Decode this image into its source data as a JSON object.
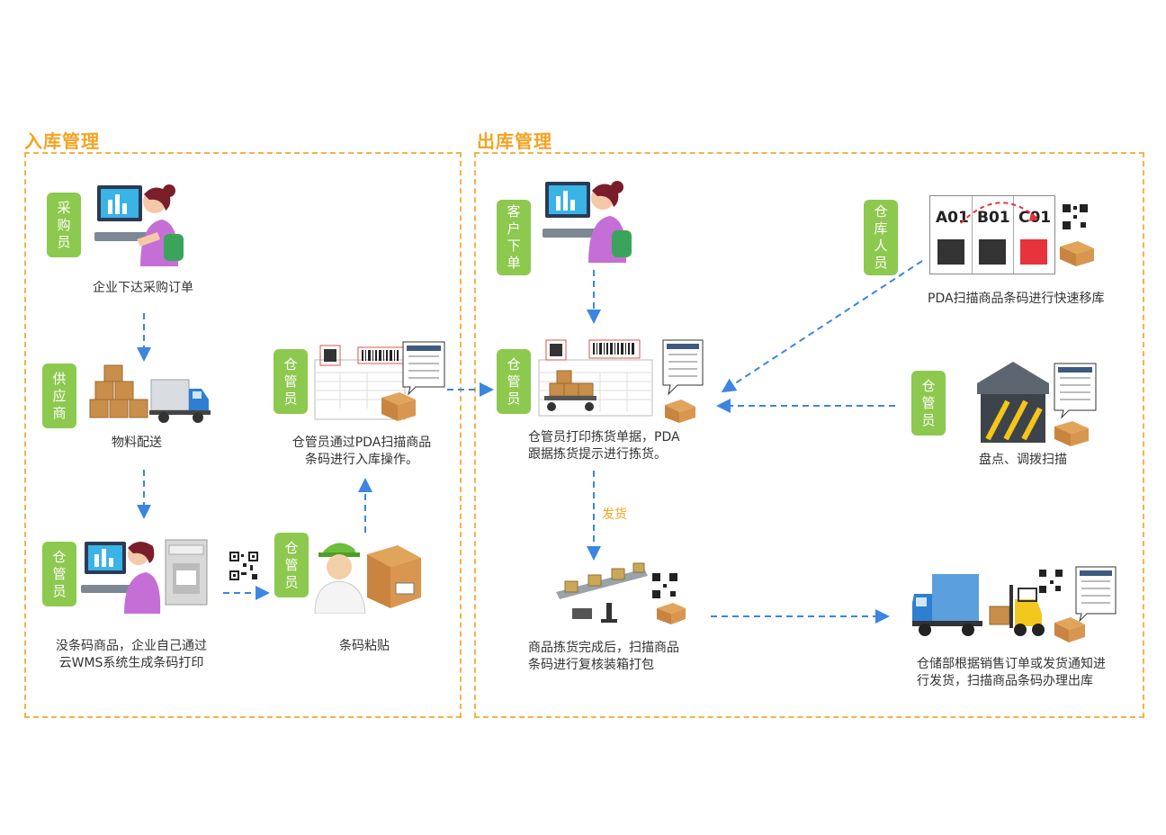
{
  "sections": {
    "inbound_title": "入库管理",
    "outbound_title": "出库管理"
  },
  "inbound": {
    "buyer_badge": [
      "采",
      "购",
      "员"
    ],
    "buyer_caption": "企业下达采购订单",
    "supplier_badge": [
      "供",
      "应",
      "商"
    ],
    "supplier_caption": "物料配送",
    "print_badge": [
      "仓",
      "管",
      "员"
    ],
    "print_caption": [
      "没条码商品，企业自己通过",
      "云WMS系统生成条码打印"
    ],
    "label_badge": [
      "仓",
      "管",
      "员"
    ],
    "label_caption": "条码粘贴",
    "scan_badge": [
      "仓",
      "管",
      "员"
    ],
    "scan_caption": [
      "仓管员通过PDA扫描商品",
      "条码进行入库操作。"
    ]
  },
  "outbound": {
    "customer_badge": [
      "客",
      "户",
      "下",
      "单"
    ],
    "picking_badge": [
      "仓",
      "管",
      "员"
    ],
    "picking_caption": [
      "仓管员打印拣货单据，PDA",
      "跟据拣货提示进行拣货。"
    ],
    "ship_label": "发货",
    "pack_caption": [
      "商品拣货完成后，扫描商品",
      "条码进行复核装箱打包"
    ],
    "move_badge": [
      "仓",
      "库",
      "人",
      "员"
    ],
    "move_caption": "PDA扫描商品条码进行快速移库",
    "shelf_labels": [
      "A01",
      "B01",
      "C01"
    ],
    "count_badge": [
      "仓",
      "管",
      "员"
    ],
    "count_caption": "盘点、调拨扫描",
    "dispatch_caption": [
      "仓储部根据销售订单或发货通知进",
      "行发货，扫描商品条码办理出库"
    ]
  },
  "colors": {
    "accent_orange": "#f4a321",
    "badge_green": "#8cc94e",
    "arrow_blue": "#3a86e0",
    "shelf_red": "#e8323c"
  }
}
